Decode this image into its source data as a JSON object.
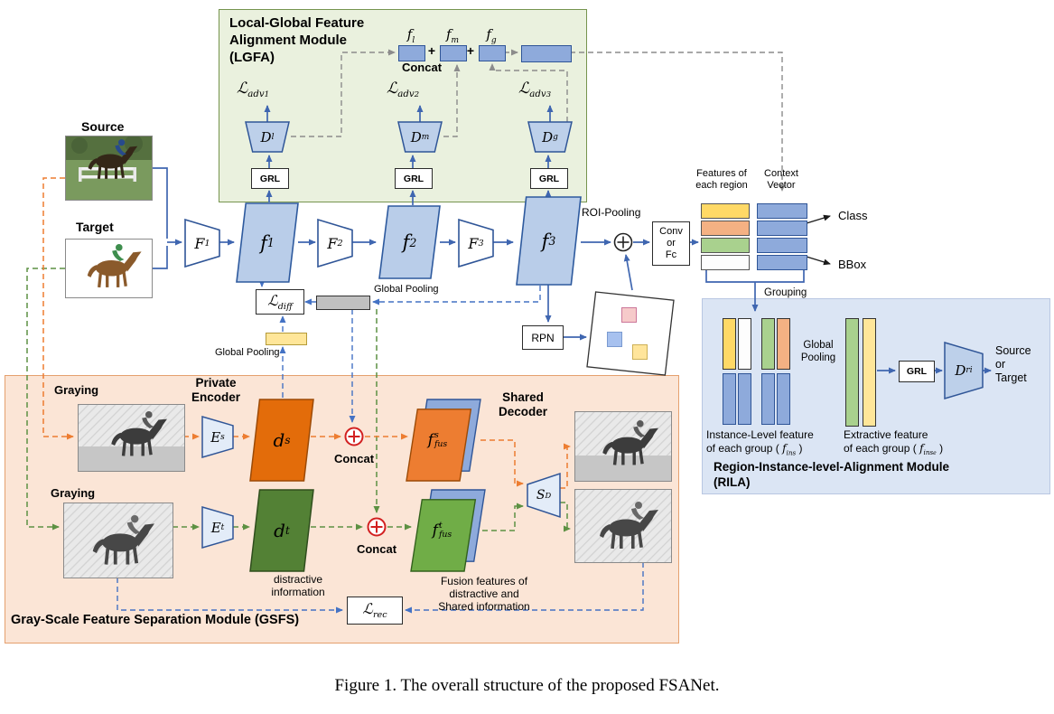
{
  "figure": {
    "caption": "Figure 1. The overall structure of the proposed FSANet."
  },
  "palette": {
    "module_green": "#eaf1de",
    "module_peach": "#fbe5d6",
    "module_blue": "#dbe5f4",
    "block_blue": "#b9cde9",
    "medium_blue": "#8eaadb",
    "flow_blue": "#3f66b0",
    "dash_blue": "#4472c4",
    "dash_gray": "#8c8c8c",
    "dash_orange": "#ed7d31",
    "dash_green": "#5d9143",
    "private_orange": "#e36c0a",
    "private_green": "#538135",
    "yellow": "#ffd966",
    "light_orange": "#f4b183",
    "light_green": "#a9d18e",
    "pale_yellow": "#ffe699",
    "red": "#d22020",
    "gray_bar": "#c0c0c0"
  },
  "lgfa": {
    "title_lines": [
      "Local-Global Feature",
      "Alignment Module",
      "(LGFA)"
    ],
    "f_l": {
      "main": "f",
      "sub": "l"
    },
    "f_m": {
      "main": "f",
      "sub": "m"
    },
    "f_g": {
      "main": "f",
      "sub": "g"
    },
    "plus": "+",
    "concat": "Concat",
    "loss_adv1": {
      "main": "ℒ",
      "sub": "adv",
      "idx": "1"
    },
    "loss_adv2": {
      "main": "ℒ",
      "sub": "adv",
      "idx": "2"
    },
    "loss_adv3": {
      "main": "ℒ",
      "sub": "adv",
      "idx": "3"
    },
    "D_l": {
      "main": "D",
      "sub": "l"
    },
    "D_m": {
      "main": "D",
      "sub": "m"
    },
    "D_g": {
      "main": "D",
      "sub": "g"
    },
    "grl": "GRL"
  },
  "flow": {
    "source": "Source",
    "target": "Target",
    "F1": {
      "main": "F",
      "sub": "1"
    },
    "F2": {
      "main": "F",
      "sub": "2"
    },
    "F3": {
      "main": "F",
      "sub": "3"
    },
    "f1": {
      "main": "f",
      "sub": "1"
    },
    "f2": {
      "main": "f",
      "sub": "2"
    },
    "f3": {
      "main": "f",
      "sub": "3"
    },
    "roi_pooling": "ROI-Pooling",
    "conv_lines": [
      "Conv",
      "or",
      "Fc"
    ],
    "features_lines": [
      "Features of",
      "each region"
    ],
    "context_lines": [
      "Context",
      "Vector"
    ],
    "class_out": "Class",
    "bbox_out": "BBox",
    "grouping": "Grouping",
    "loss_diff": {
      "main": "ℒ",
      "sub": "diff"
    },
    "global_pooling_right": "Global Pooling",
    "global_pooling_left": "Global Pooling",
    "rpn": "RPN"
  },
  "rila": {
    "global_pooling_lines": [
      "Global",
      "Pooling"
    ],
    "grl": "GRL",
    "D_ri": {
      "main": "D",
      "sub": "ri"
    },
    "output_lines": [
      "Source",
      "or",
      "Target"
    ],
    "instance_line1": "Instance-Level feature",
    "instance_line2_pre": "of each group (",
    "instance_math": {
      "main": "f",
      "sub": "ins"
    },
    "instance_line2_post": ")",
    "extract_line1": "Extractive feature",
    "extract_line2_pre": "of each group (",
    "extract_math": {
      "main": "f",
      "sub": "ins",
      "idx": "e"
    },
    "extract_line2_post": ")",
    "title_lines": [
      "Region-Instance-level-Alignment Module",
      "(RILA)"
    ]
  },
  "gsfs": {
    "graying_top": "Graying",
    "graying_bottom": "Graying",
    "private_encoder_lines": [
      "Private",
      "Encoder"
    ],
    "E_s": {
      "main": "E",
      "sub": "s"
    },
    "E_t": {
      "main": "E",
      "sub": "t"
    },
    "d_s": {
      "main": "d",
      "sup": "s"
    },
    "d_t": {
      "main": "d",
      "sup": "t"
    },
    "concat_top": "Concat",
    "concat_bottom": "Concat",
    "f_fus_s": {
      "main": "f",
      "sub": "fus",
      "sup": "s"
    },
    "f_fus_t": {
      "main": "f",
      "sub": "fus",
      "sup": "t"
    },
    "shared_decoder_lines": [
      "Shared",
      "Decoder"
    ],
    "S_D": {
      "main": "S",
      "sub": "D"
    },
    "distractive_lines": [
      "distractive",
      "information"
    ],
    "fusion_lines": [
      "Fusion features of",
      "distractive and",
      "Shared information"
    ],
    "loss_rec": {
      "main": "ℒ",
      "sub": "rec"
    },
    "title": "Gray-Scale Feature Separation Module (GSFS)"
  }
}
